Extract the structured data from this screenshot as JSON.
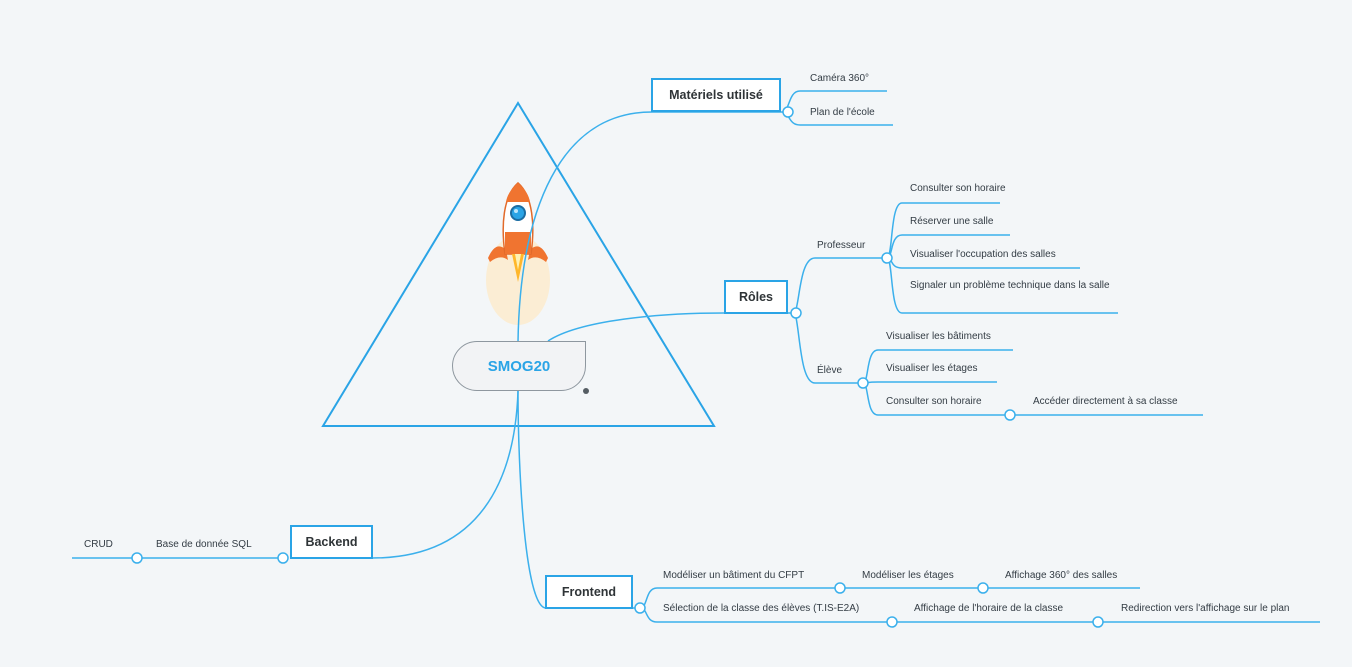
{
  "root": {
    "title": "SMOG20"
  },
  "colors": {
    "accent": "#2aa4e6",
    "line": "#3bb0ec",
    "background": "#f3f6f8"
  },
  "icons": {
    "center": "rocket-icon"
  },
  "branches": {
    "materiels": {
      "label": "Matériels utilisé",
      "items": [
        "Caméra 360°",
        "Plan de l'école"
      ]
    },
    "roles": {
      "label": "Rôles",
      "professeur": {
        "label": "Professeur",
        "items": [
          "Consulter son horaire",
          "Réserver une salle",
          "Visualiser l'occupation des salles",
          "Signaler un problème technique dans la salle"
        ]
      },
      "eleve": {
        "label": "Élève",
        "items": [
          "Visualiser les bâtiments",
          "Visualiser les étages",
          "Consulter son horaire"
        ],
        "sub": "Accéder directement à sa classe"
      }
    },
    "backend": {
      "label": "Backend",
      "items": [
        "Base de donnée SQL",
        "CRUD"
      ]
    },
    "frontend": {
      "label": "Frontend",
      "row1": [
        "Modéliser un bâtiment du CFPT",
        "Modéliser les étages",
        "Affichage 360° des salles"
      ],
      "row2": [
        "Sélection de la classe des élèves (T.IS-E2A)",
        "Affichage de l'horaire de la classe",
        "Redirection vers l'affichage sur le plan"
      ]
    }
  }
}
